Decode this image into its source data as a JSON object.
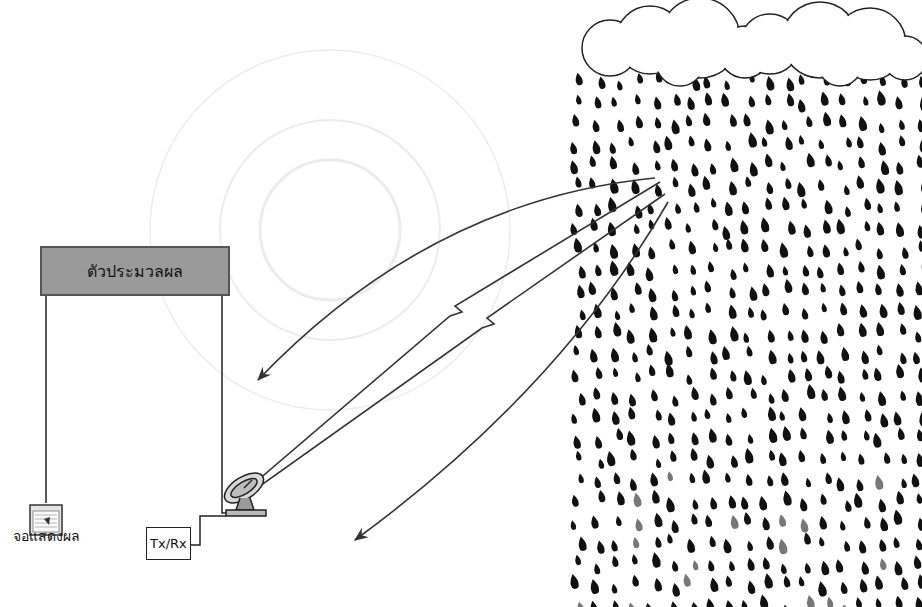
{
  "diagram": {
    "nodes": [
      {
        "text": [
          "ตัวประมวลผล"
        ]
      },
      {
        "text": [
          "จอแสดงผล"
        ]
      },
      {
        "text": [
          "Tx/Rx"
        ]
      }
    ],
    "edges": [
      {
        "from": 0,
        "to": 1,
        "arrow": "none"
      }
    ]
  }
}
